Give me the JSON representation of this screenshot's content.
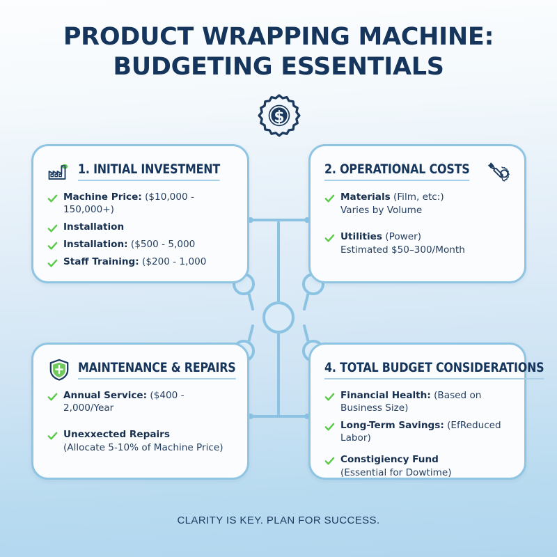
{
  "header": {
    "title_line_1": "PRODUCT WRAPPING MACHINE:",
    "title_line_2": "BUDGETING ESSENTIALS"
  },
  "emblem": {
    "icon": "gear-dollar-icon"
  },
  "colors": {
    "navy": "#15355c",
    "body_text": "#243f61",
    "check_green": "#5cc94a",
    "card_border": "#8fc4e3",
    "underline": "#a8cfe8",
    "connector": "#8cc3e2",
    "card_bg": "#fbfcfd",
    "bg_top": "#fcfdfe",
    "bg_bottom": "#b0d6ee"
  },
  "cards": [
    {
      "id": "initial-investment",
      "heading": "1. INITIAL INVESTMENT",
      "icon": "factory-icon",
      "icon_position": "left",
      "bullets": [
        {
          "bold": "Machine Price:",
          "rest": " ($10,000 - 150,000+)",
          "sub": ""
        },
        {
          "bold": "Installation",
          "rest": "",
          "sub": ""
        },
        {
          "bold": "Installation:",
          "rest": " ($500 - 5,000",
          "sub": ""
        },
        {
          "bold": "Staff Training:",
          "rest": " ($200 - 1,000",
          "sub": ""
        }
      ]
    },
    {
      "id": "operational-costs",
      "heading": "2. OPERATIONAL COSTS",
      "icon": "wrench-gear-icon",
      "icon_position": "right",
      "bullets": [
        {
          "bold": "Materials",
          "rest": " (Film, etc:)",
          "sub": "Varies by Volume"
        },
        {
          "bold": "Utilities",
          "rest": " (Power)",
          "sub": "Estimated $50–300/Month"
        }
      ]
    },
    {
      "id": "maintenance-repairs",
      "heading": "MAINTENANCE & REPAIRS",
      "icon": "shield-icon",
      "icon_position": "left",
      "bullets": [
        {
          "bold": "Annual Service:",
          "rest": " ($400 - 2,000/Year",
          "sub": ""
        },
        {
          "bold": "Unexxected Repairs",
          "rest": "",
          "sub": "(Allocate 5-10% of Machine Price)"
        }
      ]
    },
    {
      "id": "total-budget-considerations",
      "heading": "4. TOTAL BUDGET CONSIDERATIONS",
      "icon": "calculator-icon",
      "icon_position": "right",
      "bullets": [
        {
          "bold": "Financial Health:",
          "rest": " (Based on Business Size)",
          "sub": ""
        },
        {
          "bold": "Long-Term Savings:",
          "rest": " (EfReduced Labor)",
          "sub": ""
        },
        {
          "bold": "Constigiency Fund",
          "rest": "",
          "sub": "(Essential for Dowtime)"
        }
      ]
    }
  ],
  "footer": {
    "text": "CLARITY IS KEY. PLAN FOR SUCCESS."
  }
}
